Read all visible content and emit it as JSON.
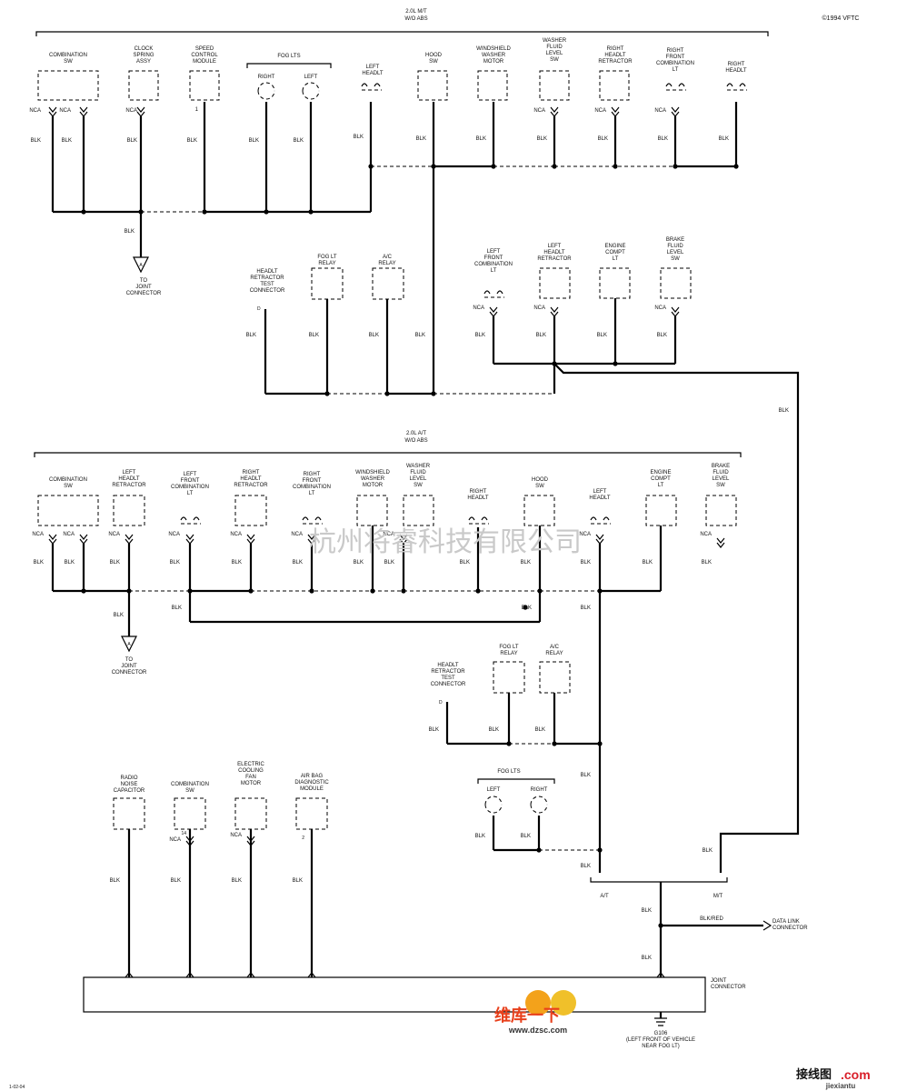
{
  "header": {
    "copyright": "©1994 VFTC",
    "page_code": "1-02-04"
  },
  "section1": {
    "title": "2.0L M/T",
    "subtitle": "W/O ABS",
    "components": [
      {
        "label": "COMBINATION\nSW"
      },
      {
        "label": "CLOCK\nSPRING\nASSY"
      },
      {
        "label": "SPEED\nCONTROL\nMODULE"
      },
      {
        "label": "FOG LTS"
      },
      {
        "label": "RIGHT"
      },
      {
        "label": "LEFT"
      },
      {
        "label": "LEFT\nHEADLT"
      },
      {
        "label": "HOOD\nSW"
      },
      {
        "label": "WINDSHIELD\nWASHER\nMOTOR"
      },
      {
        "label": "WASHER\nFLUID\nLEVEL\nSW"
      },
      {
        "label": "RIGHT\nHEADLT\nRETRACTOR"
      },
      {
        "label": "RIGHT\nFRONT\nCOMBINATION\nLT"
      },
      {
        "label": "RIGHT\nHEADLT"
      },
      {
        "label": "HEADLT\nRETRACTOR\nTEST\nCONNECTOR"
      },
      {
        "label": "FOG LT\nRELAY"
      },
      {
        "label": "A/C\nRELAY"
      },
      {
        "label": "LEFT\nFRONT\nCOMBINATION\nLT"
      },
      {
        "label": "LEFT\nHEADLT\nRETRACTOR"
      },
      {
        "label": "ENGINE\nCOMPT\nLT"
      },
      {
        "label": "BRAKE\nFLUID\nLEVEL\nSW"
      }
    ],
    "to_joint": "TO\nJOINT\nCONNECTOR"
  },
  "section2": {
    "title": "2.0L A/T",
    "subtitle": "W/O ABS",
    "components": [
      {
        "label": "COMBINATION\nSW"
      },
      {
        "label": "LEFT\nHEADLT\nRETRACTOR"
      },
      {
        "label": "LEFT\nFRONT\nCOMBINATION\nLT"
      },
      {
        "label": "RIGHT\nHEADLT\nRETRACTOR"
      },
      {
        "label": "RIGHT\nFRONT\nCOMBINATION\nLT"
      },
      {
        "label": "WINDSHIELD\nWASHER\nMOTOR"
      },
      {
        "label": "WASHER\nFLUID\nLEVEL\nSW"
      },
      {
        "label": "RIGHT\nHEADLT"
      },
      {
        "label": "HOOD\nSW"
      },
      {
        "label": "LEFT\nHEADLT"
      },
      {
        "label": "ENGINE\nCOMPT\nLT"
      },
      {
        "label": "BRAKE\nFLUID\nLEVEL\nSW"
      },
      {
        "label": "HEADLT\nRETRACTOR\nTEST\nCONNECTOR"
      },
      {
        "label": "FOG LT\nRELAY"
      },
      {
        "label": "A/C\nRELAY"
      },
      {
        "label": "FOG LTS"
      },
      {
        "label": "LEFT"
      },
      {
        "label": "RIGHT"
      }
    ],
    "to_joint": "TO\nJOINT\nCONNECTOR"
  },
  "section3": {
    "components": [
      {
        "label": "RADIO\nNOISE\nCAPACITOR"
      },
      {
        "label": "COMBINATION\nSW"
      },
      {
        "label": "ELECTRIC\nCOOLING\nFAN\nMOTOR"
      },
      {
        "label": "AIR BAG\nDIAGNOSTIC\nMODULE"
      }
    ],
    "joint_connector": "JOINT\nCONNECTOR",
    "data_link": "DATA LINK\nCONNECTOR",
    "blk_red": "BLK/RED",
    "ground": "G106",
    "ground_note": "(LEFT FRONT OF VEHICLE\nNEAR FOG LT)",
    "at": "A/T",
    "mt": "M/T"
  },
  "wire": {
    "blk": "BLK",
    "nca": "NCA"
  },
  "pins": {
    "one": "1",
    "two": "2",
    "d": "D",
    "fourteen": "14",
    "a": "A"
  },
  "watermark": {
    "cn_company": "杭州将睿科技有限公司",
    "dzsc_cn": "维库一下",
    "dzsc_url": "www.dzsc.com",
    "jiexiantu_cn": "接线图",
    "jiexiantu_dotcom": ".com",
    "jiexiantu_url": "jiexiantu"
  }
}
